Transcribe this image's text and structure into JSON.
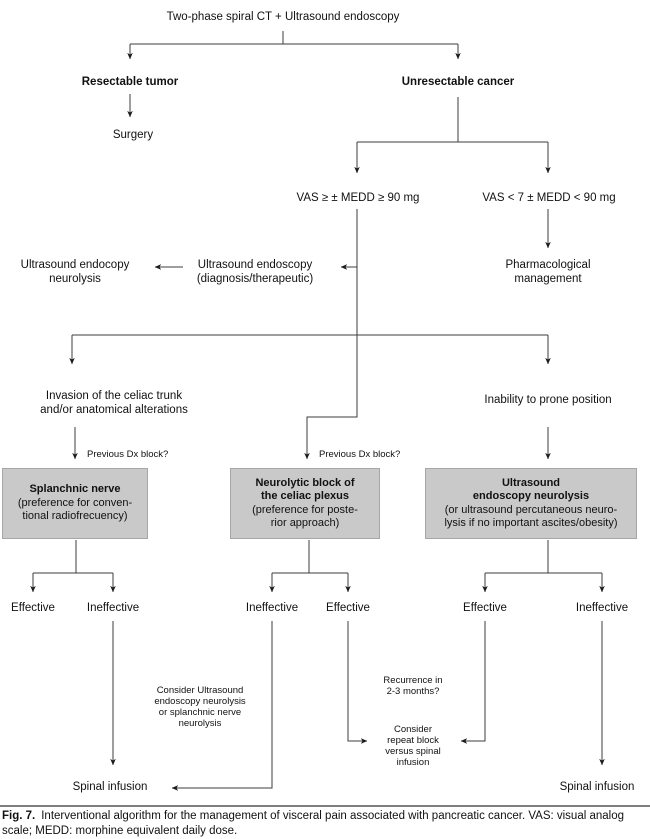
{
  "colors": {
    "line": "#3d3d3d",
    "box_fill": "#c9c9c9",
    "box_border": "#a6a6a6",
    "text": "#111111"
  },
  "nodes": {
    "root": "Two-phase spiral CT + Ultrasound endoscopy",
    "resectable": "Resectable tumor",
    "unresectable": "Unresectable cancer",
    "surgery": "Surgery",
    "vas_high": "VAS ≥ ± MEDD ≥ 90 mg",
    "vas_low": "VAS < 7 ± MEDD < 90 mg",
    "us_neurolysis": "Ultrasound endocopy\nneurolysis",
    "us_diagnostic": "Ultrasound endoscopy\n(diagnosis/therapeutic)",
    "pharmacological": "Pharmacological\nmanagement",
    "invasion": "Invasion of the celiac trunk\nand/or anatomical alterations",
    "inability": "Inability to prone position",
    "previous_dx_left": "Previous Dx block?",
    "previous_dx_mid": "Previous Dx block?",
    "effective_1": "Effective",
    "ineffective_1": "Ineffective",
    "ineffective_2": "Ineffective",
    "effective_2": "Effective",
    "effective_3": "Effective",
    "ineffective_3": "Ineffective",
    "consider_us": "Consider Ultrasound\nendoscopy neurolysis\nor splanchnic nerve\nneurolysis",
    "recurrence": "Recurrence in\n2-3 months?",
    "consider_repeat": "Consider\nrepeat block\nversus spinal\ninfusion",
    "spinal_left": "Spinal infusion",
    "spinal_right": "Spinal infusion"
  },
  "boxes": {
    "splanchnic": {
      "title": "Splanchnic nerve",
      "subtitle": "(preference for conven-\ntional radiofrecuency)"
    },
    "neurolytic": {
      "title": "Neurolytic block of\nthe celiac plexus",
      "subtitle": "(preference for poste-\nrior approach)"
    },
    "ultrasound": {
      "title": "Ultrasound\nendoscopy neurolysis",
      "subtitle": "(or ultrasound percutaneous neuro-\nlysis if no important ascites/obesity)"
    }
  },
  "caption": {
    "label": "Fig. 7.",
    "text": "Interventional algorithm for the management of visceral pain associated with pancreatic cancer. VAS: visual analog scale; MEDD: morphine equivalent daily dose."
  }
}
